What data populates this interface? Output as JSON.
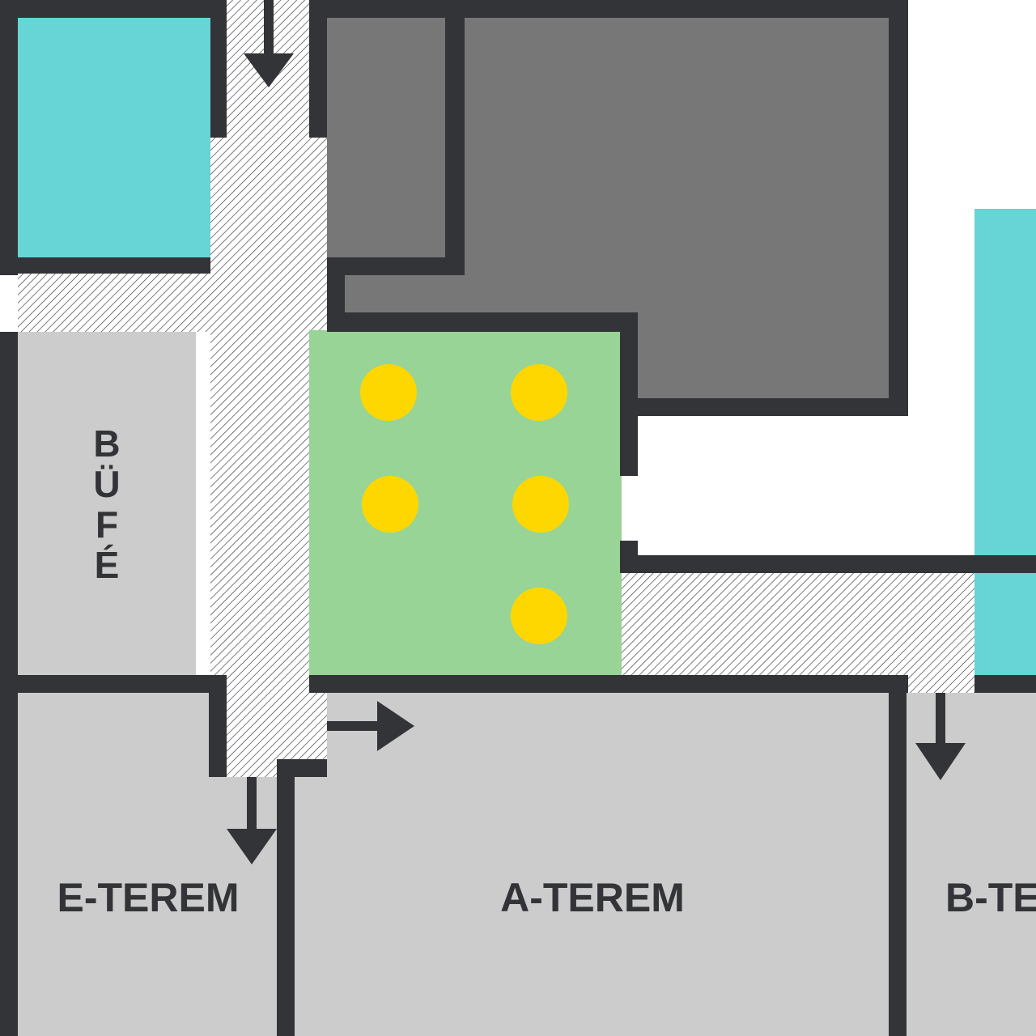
{
  "colors": {
    "wall": "#333438",
    "room": "#cccccc",
    "restricted": "#777777",
    "facility": "#67d4d6",
    "garden": "#98d495",
    "seat": "#ffd700",
    "corridor_hatch": "#333438",
    "background": "#ffffff"
  },
  "rooms": {
    "bufe": {
      "letters": [
        "B",
        "Ü",
        "F",
        "É"
      ]
    },
    "e_terem": {
      "label": "E-TEREM"
    },
    "a_terem": {
      "label": "A-TEREM"
    },
    "b_terem": {
      "label": "B-TE"
    }
  },
  "icons": {
    "entrance_arrow_top": "arrow-down-icon",
    "exit_arrow_e_terem": "arrow-down-icon",
    "exit_arrow_a_terem": "arrow-right-icon",
    "exit_arrow_b_terem": "arrow-down-icon",
    "seat": "circle-icon"
  },
  "seats_count": 5
}
